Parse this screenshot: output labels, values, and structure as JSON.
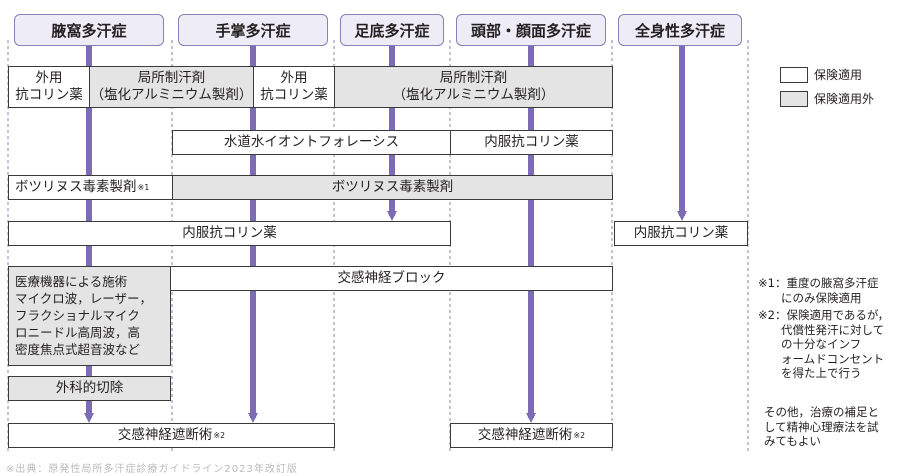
{
  "headers": {
    "axillary": "腋窩多汗症",
    "palmar": "手掌多汗症",
    "plantar": "足底多汗症",
    "head_face": "頭部・顔面多汗症",
    "generalized": "全身性多汗症"
  },
  "rows": {
    "topical_anticholinergic_1": "外用\n抗コリン薬",
    "aluminum_chloride_1": "局所制汗剤\n（塩化アルミニウム製剤）",
    "topical_anticholinergic_2": "外用\n抗コリン薬",
    "aluminum_chloride_2": "局所制汗剤\n（塩化アルミニウム製剤）",
    "iontophoresis": "水道水イオントフォレーシス",
    "oral_anticholinergic_head": "内服抗コリン薬",
    "botulinum_insured": "ボツリヌス毒素製剤",
    "botulinum_insured_mark": "※1",
    "botulinum_uninsured": "ボツリヌス毒素製剤",
    "oral_anticholinergic_main": "内服抗コリン薬",
    "oral_anticholinergic_generalized": "内服抗コリン薬",
    "devices": "医療機器による施術\nマイクロ波，レーザー，\nフラクショナルマイク\nロニードル高周波，高\n密度焦点式超音波など",
    "sympathetic_block": "交感神経ブロック",
    "surgical_excision": "外科的切除",
    "ets_left": "交感神経遮断術",
    "ets_left_mark": "※2",
    "ets_right": "交感神経遮断術",
    "ets_right_mark": "※2"
  },
  "legend": {
    "insured": "保険適用",
    "uninsured": "保険適用外",
    "insured_fill": "#ffffff",
    "uninsured_fill": "#e4e4e4"
  },
  "notes": {
    "note1": "※1：重度の腋窩多汗症\n　　にのみ保険適用",
    "note2": "※2：保険適用であるが，\n　　代償性発汗に対して\n　　の十分なインフ\n　　ォームドコンセント\n　　を得た上で行う",
    "note3": "その他，治療の補足と\nして精神心理療法を試\nみてもよい"
  },
  "footer": "※出典：原発性局所多汗症診療ガイドライン2023年改訂版",
  "colors": {
    "arrow": "#7b6cb5",
    "header_fill": "#eeecf7",
    "header_border": "#8a7fb8",
    "grey_box": "#e4e4e4",
    "dashed_line": "#8a80b8"
  }
}
